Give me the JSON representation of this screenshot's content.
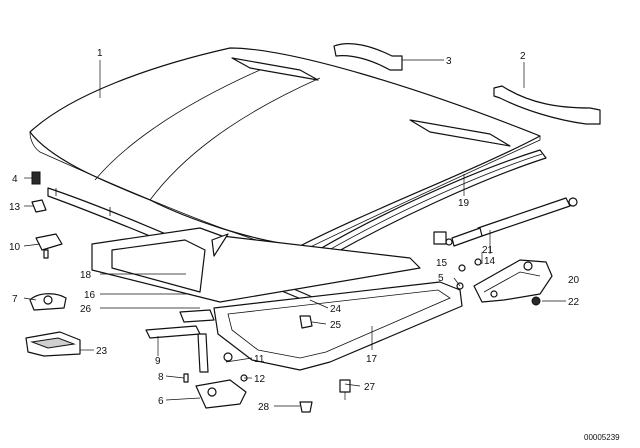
{
  "diagram": {
    "callouts": [
      "1",
      "2",
      "3",
      "4",
      "5",
      "6",
      "7",
      "8",
      "9",
      "10",
      "11",
      "12",
      "13",
      "14",
      "15",
      "16",
      "17",
      "18",
      "19",
      "20",
      "21",
      "22",
      "23",
      "24",
      "25",
      "26",
      "27",
      "28"
    ],
    "document_id": "00005239"
  }
}
